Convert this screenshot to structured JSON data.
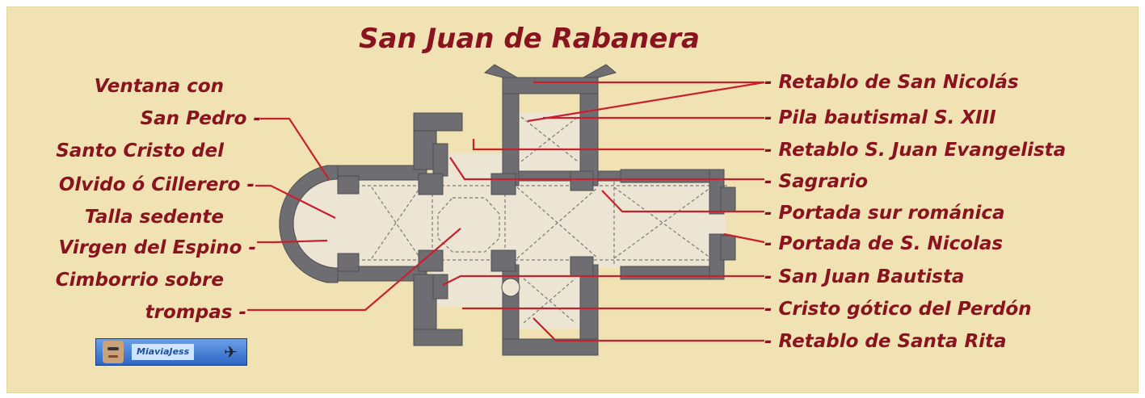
{
  "title": "San Juan de Rabanera",
  "left_labels": [
    {
      "text": "Ventana con"
    },
    {
      "text": "San Pedro -"
    },
    {
      "text": "Santo Cristo del"
    },
    {
      "text": "Olvido ó Cillerero -"
    },
    {
      "text": "Talla sedente"
    },
    {
      "text": "Virgen del Espino -"
    },
    {
      "text": "Cimborrio sobre"
    },
    {
      "text": "trompas -"
    }
  ],
  "right_labels": [
    {
      "text": "- Retablo de San Nicolás"
    },
    {
      "text": "- Pila bautismal S. XIII"
    },
    {
      "text": "- Retablo S. Juan Evangelista"
    },
    {
      "text": "- Sagrario"
    },
    {
      "text": "- Portada sur románica"
    },
    {
      "text": "- Portada de S. Nicolas"
    },
    {
      "text": "- San Juan Bautista"
    },
    {
      "text": "- Cristo gótico del Perdón"
    },
    {
      "text": "- Retablo de Santa Rita"
    }
  ],
  "logo": {
    "text": "MiaviaJess",
    "icon": "eagle-icon"
  },
  "colors": {
    "background": "#f0e2b2",
    "label": "#8a1320",
    "leader_line": "#c8202c",
    "wall": "#6e6e72",
    "floor": "#ece5d3"
  }
}
